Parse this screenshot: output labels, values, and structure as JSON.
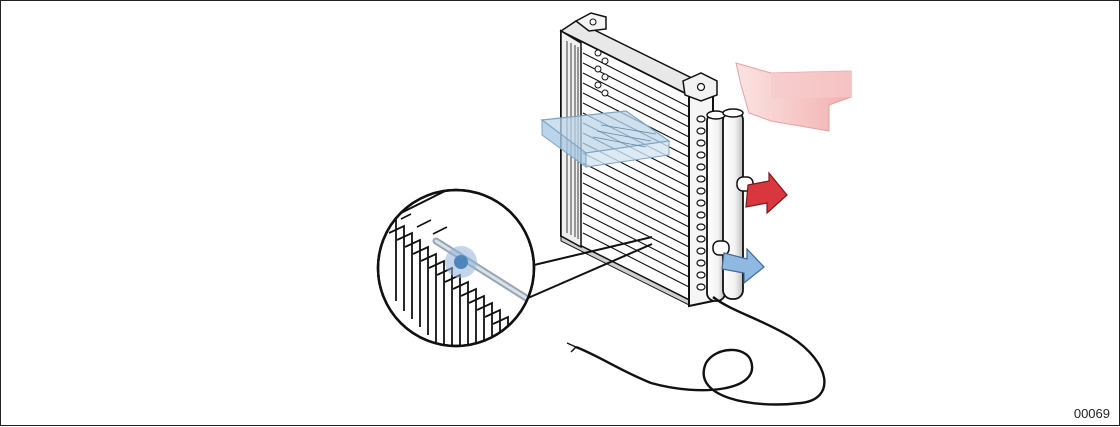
{
  "figure": {
    "reference_code": "00069",
    "colors": {
      "outline": "#111111",
      "airflow_arrow": "#f3b7b7",
      "hot_inlet_arrow": "#d9363e",
      "cold_outlet_arrow": "#8fb8e3",
      "sensor_plate": "#bcd6ea",
      "sensor_bulb": "#5b8ec2",
      "background": "#ffffff"
    },
    "parts": [
      "heat-exchanger-coil",
      "airflow-arrow",
      "hot-water-inlet-arrow",
      "cold-water-outlet-arrow",
      "frost-sensor-probe",
      "capillary-tube",
      "magnifier-inset"
    ]
  }
}
